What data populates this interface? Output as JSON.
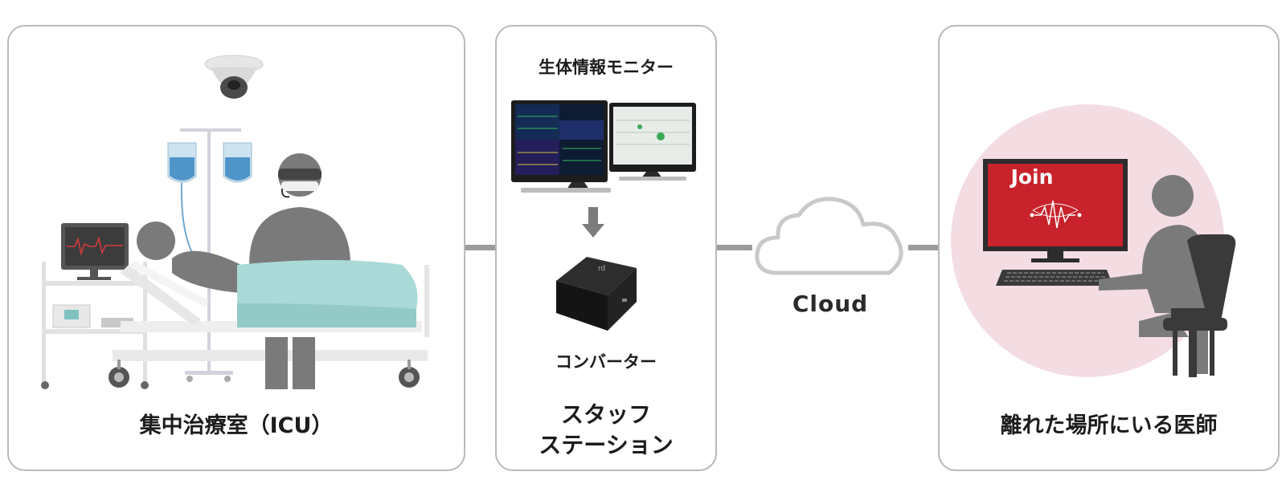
{
  "icu": {
    "title": "集中治療室（ICU）"
  },
  "station": {
    "monitor_label": "生体情報モニター",
    "converter_label": "コンバーター",
    "title_line1": "スタッフ",
    "title_line2": "ステーション"
  },
  "cloud": {
    "label": "Cloud"
  },
  "doctor": {
    "title": "離れた場所にいる医師",
    "screen_text": "Join"
  },
  "colors": {
    "panel_border": "#b9b9b9",
    "connector": "#9c9c9c",
    "figure_gray": "#7a7a7a",
    "blanket": "#a9dad8",
    "join_red": "#c8232c",
    "doctor_circle": "#f3dde3"
  }
}
